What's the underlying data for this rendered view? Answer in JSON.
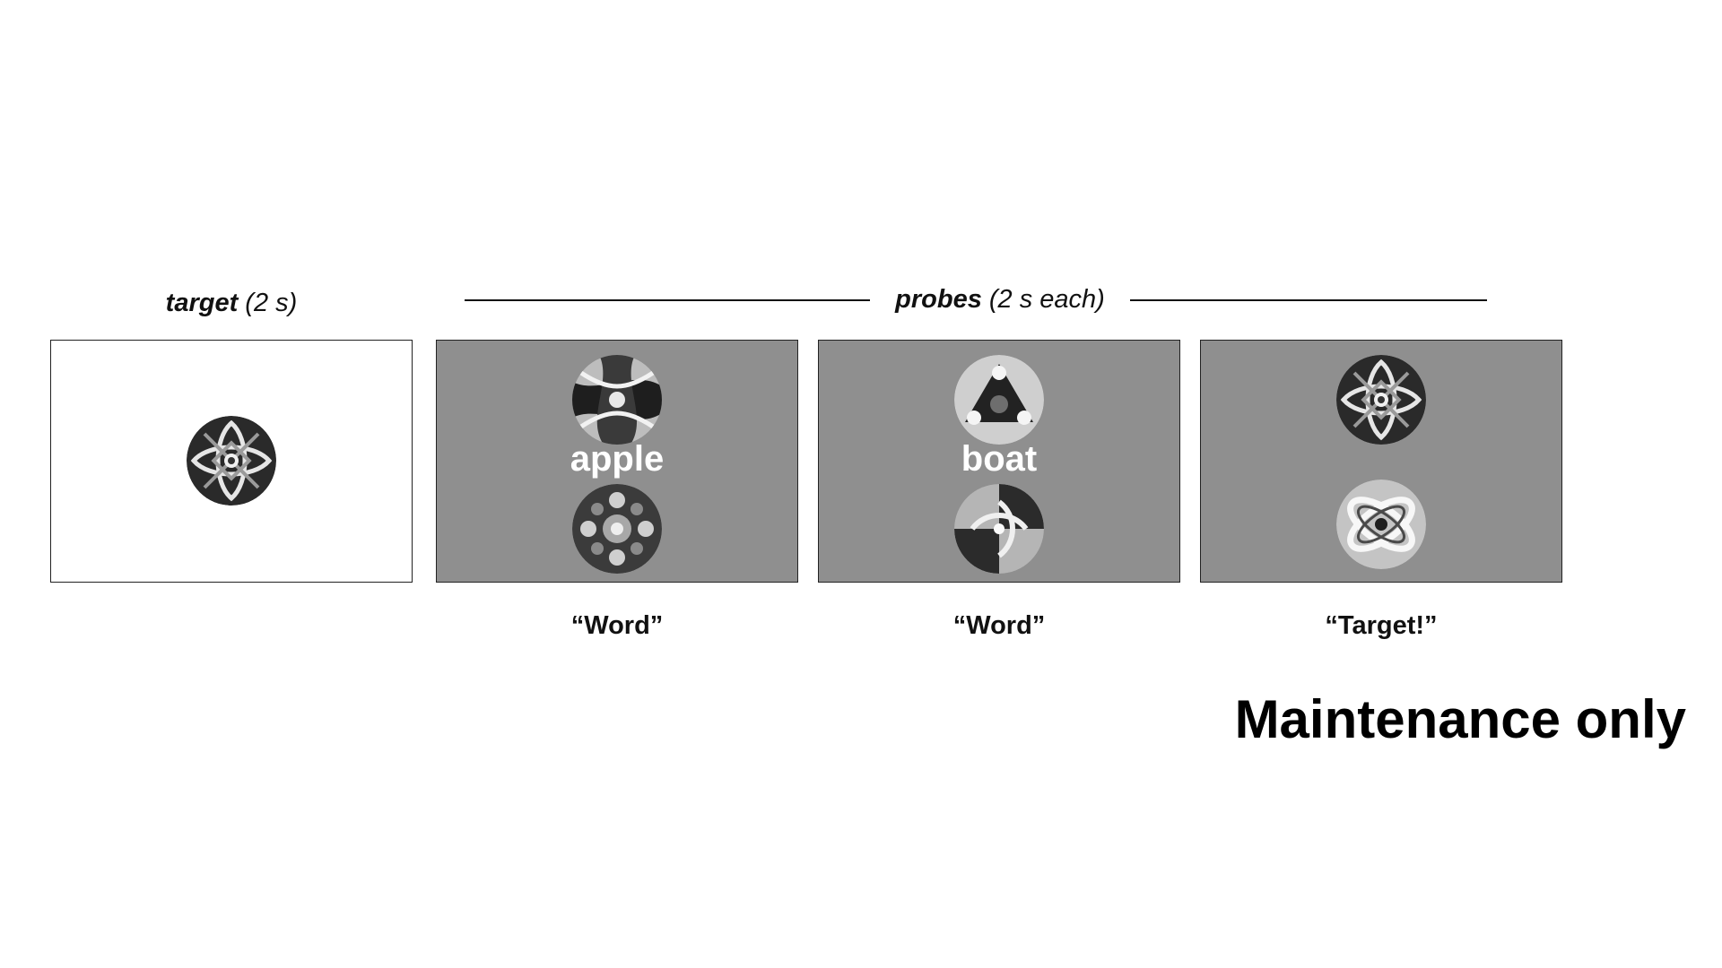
{
  "target_section": {
    "label_bold": "target",
    "label_rest": " (2 s)"
  },
  "probes_section": {
    "label_bold": "probes",
    "label_rest": " (2 s each)"
  },
  "probes": [
    {
      "word": "apple",
      "response": "“Word”"
    },
    {
      "word": "boat",
      "response": "“Word”"
    },
    {
      "word": "",
      "response": "“Target!”"
    }
  ],
  "condition_label": "Maintenance only",
  "colors": {
    "probe_background": "#8f8f8f",
    "target_background": "#ffffff",
    "word_color": "#ffffff"
  },
  "icons": [
    "kaleidoscope-stimulus-icon"
  ]
}
